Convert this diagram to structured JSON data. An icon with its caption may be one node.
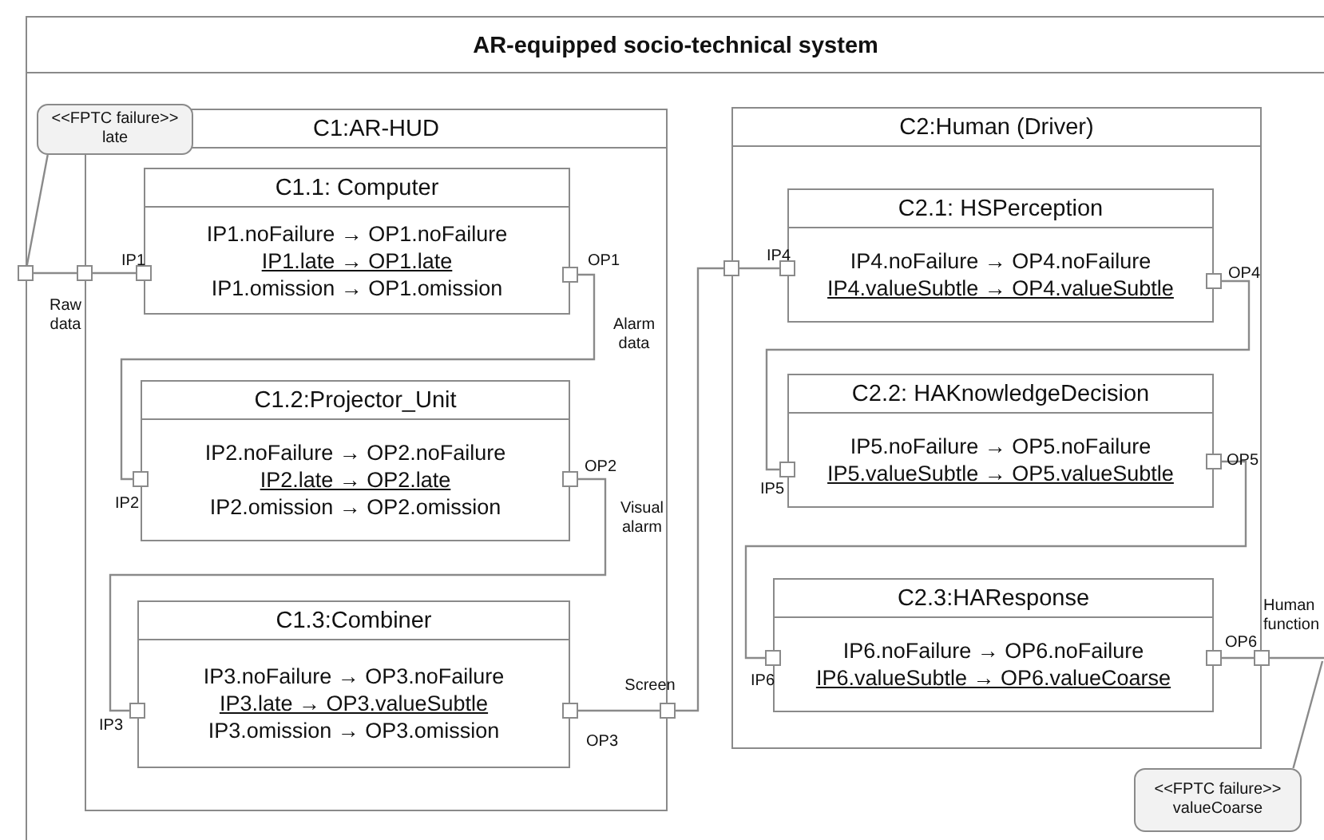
{
  "diagram": {
    "nodes": [
      {
        "text": [
          "AR-equipped socio-technical system"
        ]
      },
      {
        "text": [
          "<<FPTC failure>>",
          "late"
        ],
        "in": 0
      },
      {
        "text": [
          "C1:AR-HUD"
        ],
        "in": 0
      },
      {
        "text": [
          "C1.1: Computer",
          "IP1.noFailure → OP1.noFailure",
          "IP1.late → OP1.late",
          "IP1.omission → OP1.omission"
        ],
        "in": 2
      },
      {
        "text": [
          "C1.2:Projector_Unit",
          "IP2.noFailure → OP2.noFailure",
          "IP2.late → OP2.late",
          "IP2.omission → OP2.omission"
        ],
        "in": 2
      },
      {
        "text": [
          "C1.3:Combiner",
          "IP3.noFailure → OP3.noFailure",
          "IP3.late → OP3.valueSubtle",
          "IP3.omission → OP3.omission"
        ],
        "in": 2
      },
      {
        "text": [
          "C2:Human (Driver)"
        ],
        "in": 0
      },
      {
        "text": [
          "C2.1: HSPerception",
          "IP4.noFailure → OP4.noFailure",
          "IP4.valueSubtle → OP4.valueSubtle"
        ],
        "in": 6
      },
      {
        "text": [
          "C2.2: HAKnowledgeDecision",
          "IP5.noFailure → OP5.noFailure",
          "IP5.valueSubtle → OP5.valueSubtle"
        ],
        "in": 6
      },
      {
        "text": [
          "C2.3:HAResponse",
          "IP6.noFailure → OP6.noFailure",
          "IP6.valueSubtle → OP6.valueCoarse"
        ],
        "in": 6
      },
      {
        "text": [
          "<<FPTC failure>>",
          "valueCoarse"
        ],
        "in": 0
      },
      {
        "text": [],
        "shape": "box"
      },
      {
        "text": [],
        "shape": "box",
        "in": 0
      },
      {
        "text": [],
        "shape": "box",
        "in": 2,
        "beside": [
          "IP1"
        ]
      },
      {
        "text": [],
        "shape": "box",
        "in": 2,
        "beside": [
          "OP1"
        ]
      },
      {
        "text": [],
        "shape": "box",
        "in": 2,
        "beside": [
          "IP2"
        ]
      },
      {
        "text": [],
        "shape": "box",
        "in": 2,
        "beside": [
          "OP2"
        ]
      },
      {
        "text": [],
        "shape": "box",
        "in": 2,
        "beside": [
          "IP3"
        ]
      },
      {
        "text": [],
        "shape": "box",
        "in": 2,
        "beside": [
          "OP3"
        ]
      },
      {
        "text": [],
        "shape": "box",
        "in": 0
      },
      {
        "text": [],
        "shape": "box",
        "in": 0
      },
      {
        "text": [],
        "shape": "box",
        "in": 6,
        "beside": [
          "IP4"
        ]
      },
      {
        "text": [],
        "shape": "box",
        "in": 6,
        "beside": [
          "OP4"
        ]
      },
      {
        "text": [],
        "shape": "box",
        "in": 6,
        "beside": [
          "IP5"
        ]
      },
      {
        "text": [],
        "shape": "box",
        "in": 6,
        "beside": [
          "OP5"
        ]
      },
      {
        "text": [],
        "shape": "box",
        "in": 6,
        "beside": [
          "IP6"
        ]
      },
      {
        "text": [],
        "shape": "box",
        "in": 6,
        "beside": [
          "OP6"
        ]
      },
      {
        "text": [],
        "shape": "box",
        "in": 0
      }
    ],
    "edges": [
      {
        "from": 11,
        "to": 12,
        "arrow": "none",
        "label": "Raw data"
      },
      {
        "from": 12,
        "to": 13,
        "arrow": "none"
      },
      {
        "from": 14,
        "to": 15,
        "arrow": "none",
        "label": "Alarm data"
      },
      {
        "from": 16,
        "to": 17,
        "arrow": "none",
        "label": "Visual alarm"
      },
      {
        "from": 18,
        "to": 19,
        "arrow": "none",
        "label": "Screen"
      },
      {
        "from": 19,
        "to": 20,
        "arrow": "none"
      },
      {
        "from": 20,
        "to": 21,
        "arrow": "none"
      },
      {
        "from": 22,
        "to": 23,
        "arrow": "none"
      },
      {
        "from": 24,
        "to": 25,
        "arrow": "none"
      },
      {
        "from": 26,
        "to": 27,
        "arrow": "none"
      },
      {
        "from": 27,
        "to": null,
        "arrow": "none",
        "label": "Human function"
      },
      {
        "from": 1,
        "to": 11,
        "arrow": "none"
      },
      {
        "from": 10,
        "to": null,
        "arrow": "none"
      }
    ]
  }
}
